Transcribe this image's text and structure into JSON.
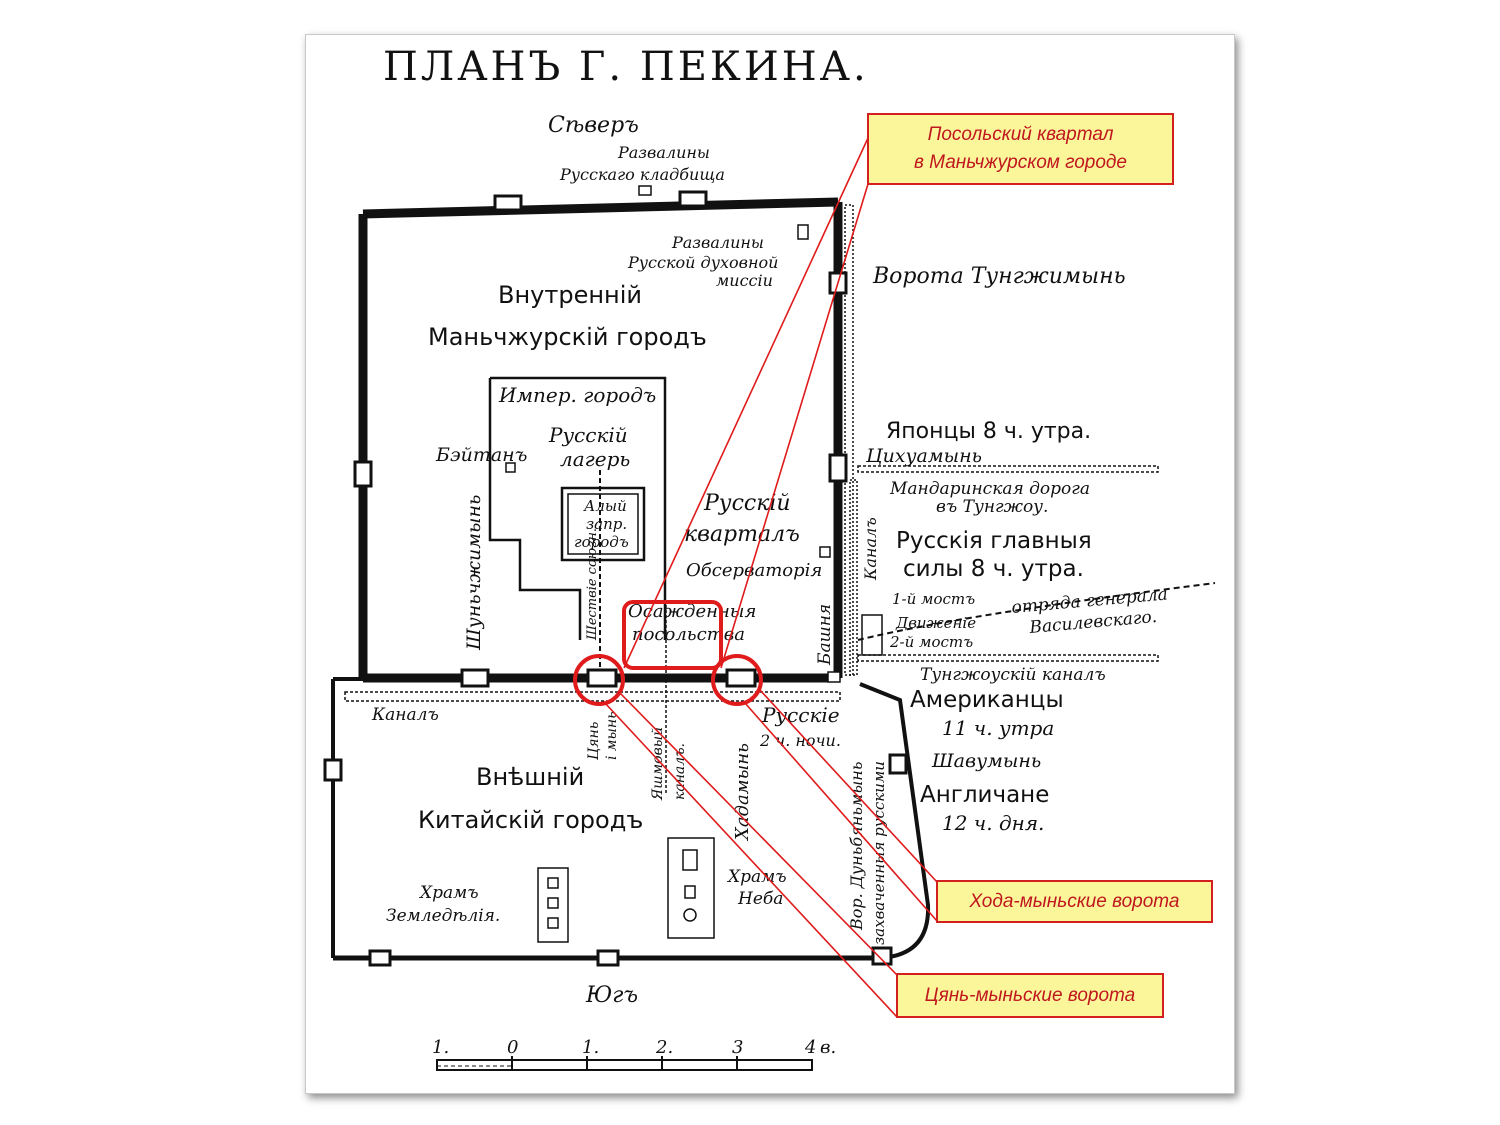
{
  "map": {
    "title": "ПЛАНЪ Г. ПЕКИНА.",
    "north": "Сѣверъ",
    "south": "Югъ",
    "labels": {
      "ruins_cemetery_1": "Развалины",
      "ruins_cemetery_2": "Русскаго кладбища",
      "ruins_mission_1": "Развалины",
      "ruins_mission_2": "Русской духовной",
      "ruins_mission_3": "миссіи",
      "gate_tungzhi": "Ворота Тунгжимынь",
      "inner_city_1": "Внутренній",
      "inner_city_2": "Маньчжурскій городъ",
      "imperial_city": "Импер. городъ",
      "russian_camp_1": "Русскій",
      "russian_camp_2": "лагерь",
      "beitan": "Бэйтанъ",
      "red_city_1": "Алый",
      "red_city_2": "запр.",
      "red_city_3": "городъ",
      "russian_quarter_1": "Русскій",
      "russian_quarter_2": "кварталъ",
      "observatory": "Обсерваторія",
      "besieged_1": "Осажденныя",
      "besieged_2": "посольства",
      "shunchzhi": "Шуньчжимынь",
      "procession": "Шествіе союзн.",
      "japanese": "Японцы 8 ч. утра.",
      "qihua": "Цихуамынь",
      "mandarin_road_1": "Мандаринская дорога",
      "mandarin_road_2": "въ Тунгжоу.",
      "russian_main_1": "Русскія главныя",
      "russian_main_2": "силы 8 ч. утра.",
      "bridge_1": "1-й мостъ",
      "bridge_2": "2-й мостъ",
      "movement_1": "Движеніе",
      "movement_2": "отряда генерала",
      "movement_3": "Василевскаго.",
      "tower": "Башня",
      "canal_right": "Каналъ",
      "tungzhou_canal": "Тунгжоускій каналъ",
      "americans_1": "Американцы",
      "americans_2": "11 ч. утра",
      "shavu": "Шавумынь",
      "british_1": "Англичане",
      "british_2": "12 ч. дня.",
      "canal_left": "Каналъ",
      "qian_gate_1": "Цянь",
      "qian_gate_2": "і мынь",
      "yuhe_canal_1": "Яшмовый",
      "yuhe_canal_2": "каналъ.",
      "hada_gate": "Хадамынь",
      "russians_night_1": "Русскіе",
      "russians_night_2": "2 ч. ночи.",
      "dongbian_1": "Вор. Дуньбяньмынь",
      "dongbian_2": "захваченныя русскими",
      "outer_city_1": "Внѣшній",
      "outer_city_2": "Китайскій городъ",
      "agri_temple_1": "Храмъ",
      "agri_temple_2": "Земледѣлія.",
      "heaven_temple_1": "Храмъ",
      "heaven_temple_2": "Неба"
    },
    "scale": {
      "ticks": [
        "1.",
        "0",
        "1.",
        "2.",
        "3",
        "4"
      ],
      "unit": "в."
    }
  },
  "callouts": {
    "embassy_line1": "Посольский квартал",
    "embassy_line2": "в Маньчжурском городе",
    "hada": "Хода-мыньские ворота",
    "qian": "Цянь-мыньские ворота"
  },
  "colors": {
    "highlight_red": "#e01b1b",
    "callout_fill": "#fbf69a",
    "callout_text": "#c0171f",
    "ink": "#111111"
  }
}
